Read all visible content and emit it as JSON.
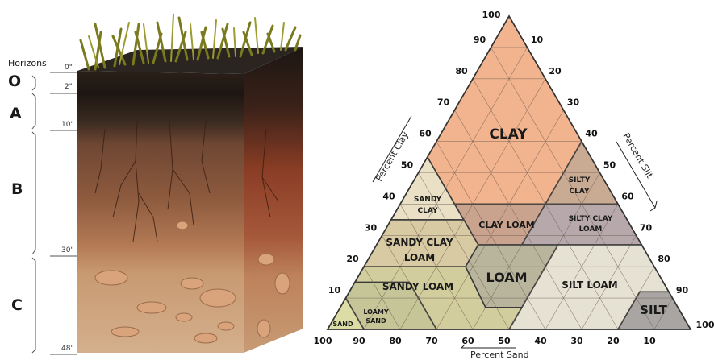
{
  "soil_profile": {
    "horizons_title": "Horizons",
    "horizons": [
      {
        "label": "O"
      },
      {
        "label": "A"
      },
      {
        "label": "B"
      },
      {
        "label": "C"
      }
    ],
    "depths": [
      "0\"",
      "2\"",
      "10\"",
      "30\"",
      "48\""
    ]
  },
  "texture_triangle": {
    "axis_labels": {
      "clay": "Percent Clay",
      "silt": "Percent Silt",
      "sand": "Percent Sand"
    },
    "left_ticks": [
      "100",
      "90",
      "80",
      "70",
      "60",
      "50",
      "40",
      "30",
      "20",
      "10"
    ],
    "right_ticks": [
      "10",
      "20",
      "30",
      "40",
      "50",
      "60",
      "70",
      "80",
      "90",
      "100"
    ],
    "bottom_ticks": [
      "100",
      "90",
      "80",
      "70",
      "60",
      "50",
      "40",
      "30",
      "20",
      "10"
    ],
    "zones": [
      {
        "name": "CLAY",
        "color": "#f2b48e"
      },
      {
        "name": "SILTY CLAY",
        "color": "#c9aa92"
      },
      {
        "name": "SANDY CLAY",
        "color": "#e9e0c6"
      },
      {
        "name": "CLAY LOAM",
        "color": "#c9a38d"
      },
      {
        "name": "SILTY CLAY LOAM",
        "color": "#b7a9ab"
      },
      {
        "name": "SANDY CLAY LOAM",
        "color": "#d8caa3"
      },
      {
        "name": "LOAM",
        "color": "#b9b49c"
      },
      {
        "name": "SILT LOAM",
        "color": "#e6e2d3"
      },
      {
        "name": "SANDY LOAM",
        "color": "#d2cd9d"
      },
      {
        "name": "LOAMY SAND",
        "color": "#c6c598"
      },
      {
        "name": "SAND",
        "color": "#dcdca6"
      },
      {
        "name": "SILT",
        "color": "#a8a5a2"
      }
    ]
  }
}
